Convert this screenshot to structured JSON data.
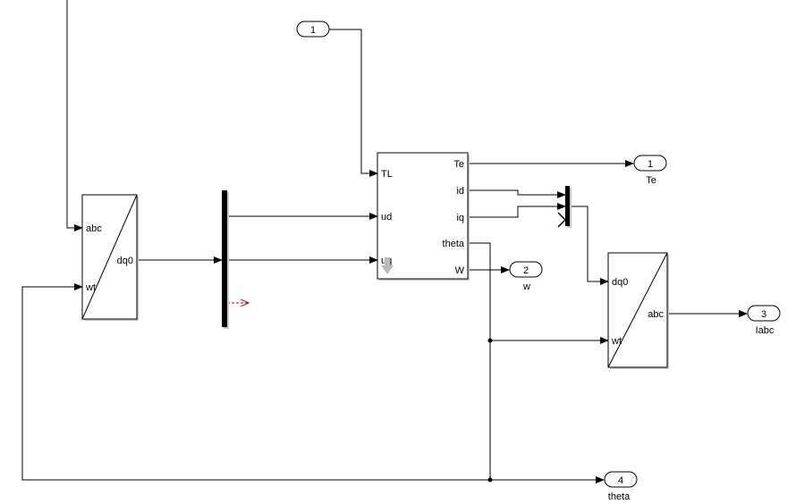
{
  "blocks": {
    "abc_to_dq0": {
      "in1": "abc",
      "in2": "wt",
      "out1": "dq0"
    },
    "dq0_to_abc": {
      "in1": "dq0",
      "in2": "wt",
      "out1": "abc"
    },
    "motor": {
      "inputs": [
        "TL",
        "ud",
        "uq"
      ],
      "outputs": [
        "Te",
        "id",
        "iq",
        "theta",
        "W"
      ]
    }
  },
  "inports": [
    {
      "number": "1"
    }
  ],
  "outports": [
    {
      "number": "1",
      "name": "Te"
    },
    {
      "number": "2",
      "name": "w"
    },
    {
      "number": "3",
      "name": "Iabc"
    },
    {
      "number": "4",
      "name": "theta"
    }
  ],
  "colors": {
    "wire": "#000000",
    "unconnected": "#cc0000",
    "background": "#ffffff"
  }
}
